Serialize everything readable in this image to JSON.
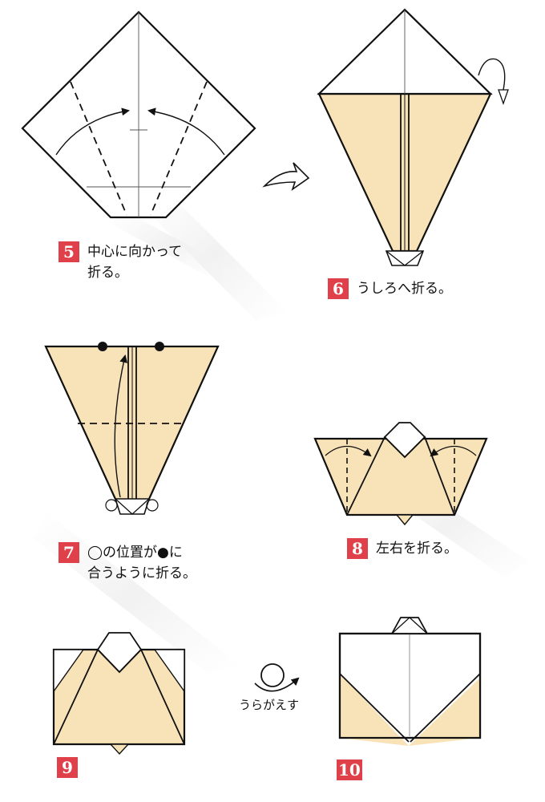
{
  "steps": [
    {
      "number": "5",
      "lines": [
        "中心に向かって",
        "折る。"
      ]
    },
    {
      "number": "6",
      "lines": [
        "うしろへ折る。"
      ]
    },
    {
      "number": "7",
      "lines": [
        "◯の位置が●に",
        "合うように折る。"
      ]
    },
    {
      "number": "8",
      "lines": [
        "左右を折る。"
      ]
    },
    {
      "number": "9",
      "lines": []
    },
    {
      "number": "10",
      "lines": []
    }
  ],
  "flip_label": "うらがえす",
  "colors": {
    "paper": "#f8e3b8",
    "paper_white": "#ffffff",
    "line": "#111111",
    "badge": "#e0404a",
    "shadow": "#eeeeee"
  }
}
